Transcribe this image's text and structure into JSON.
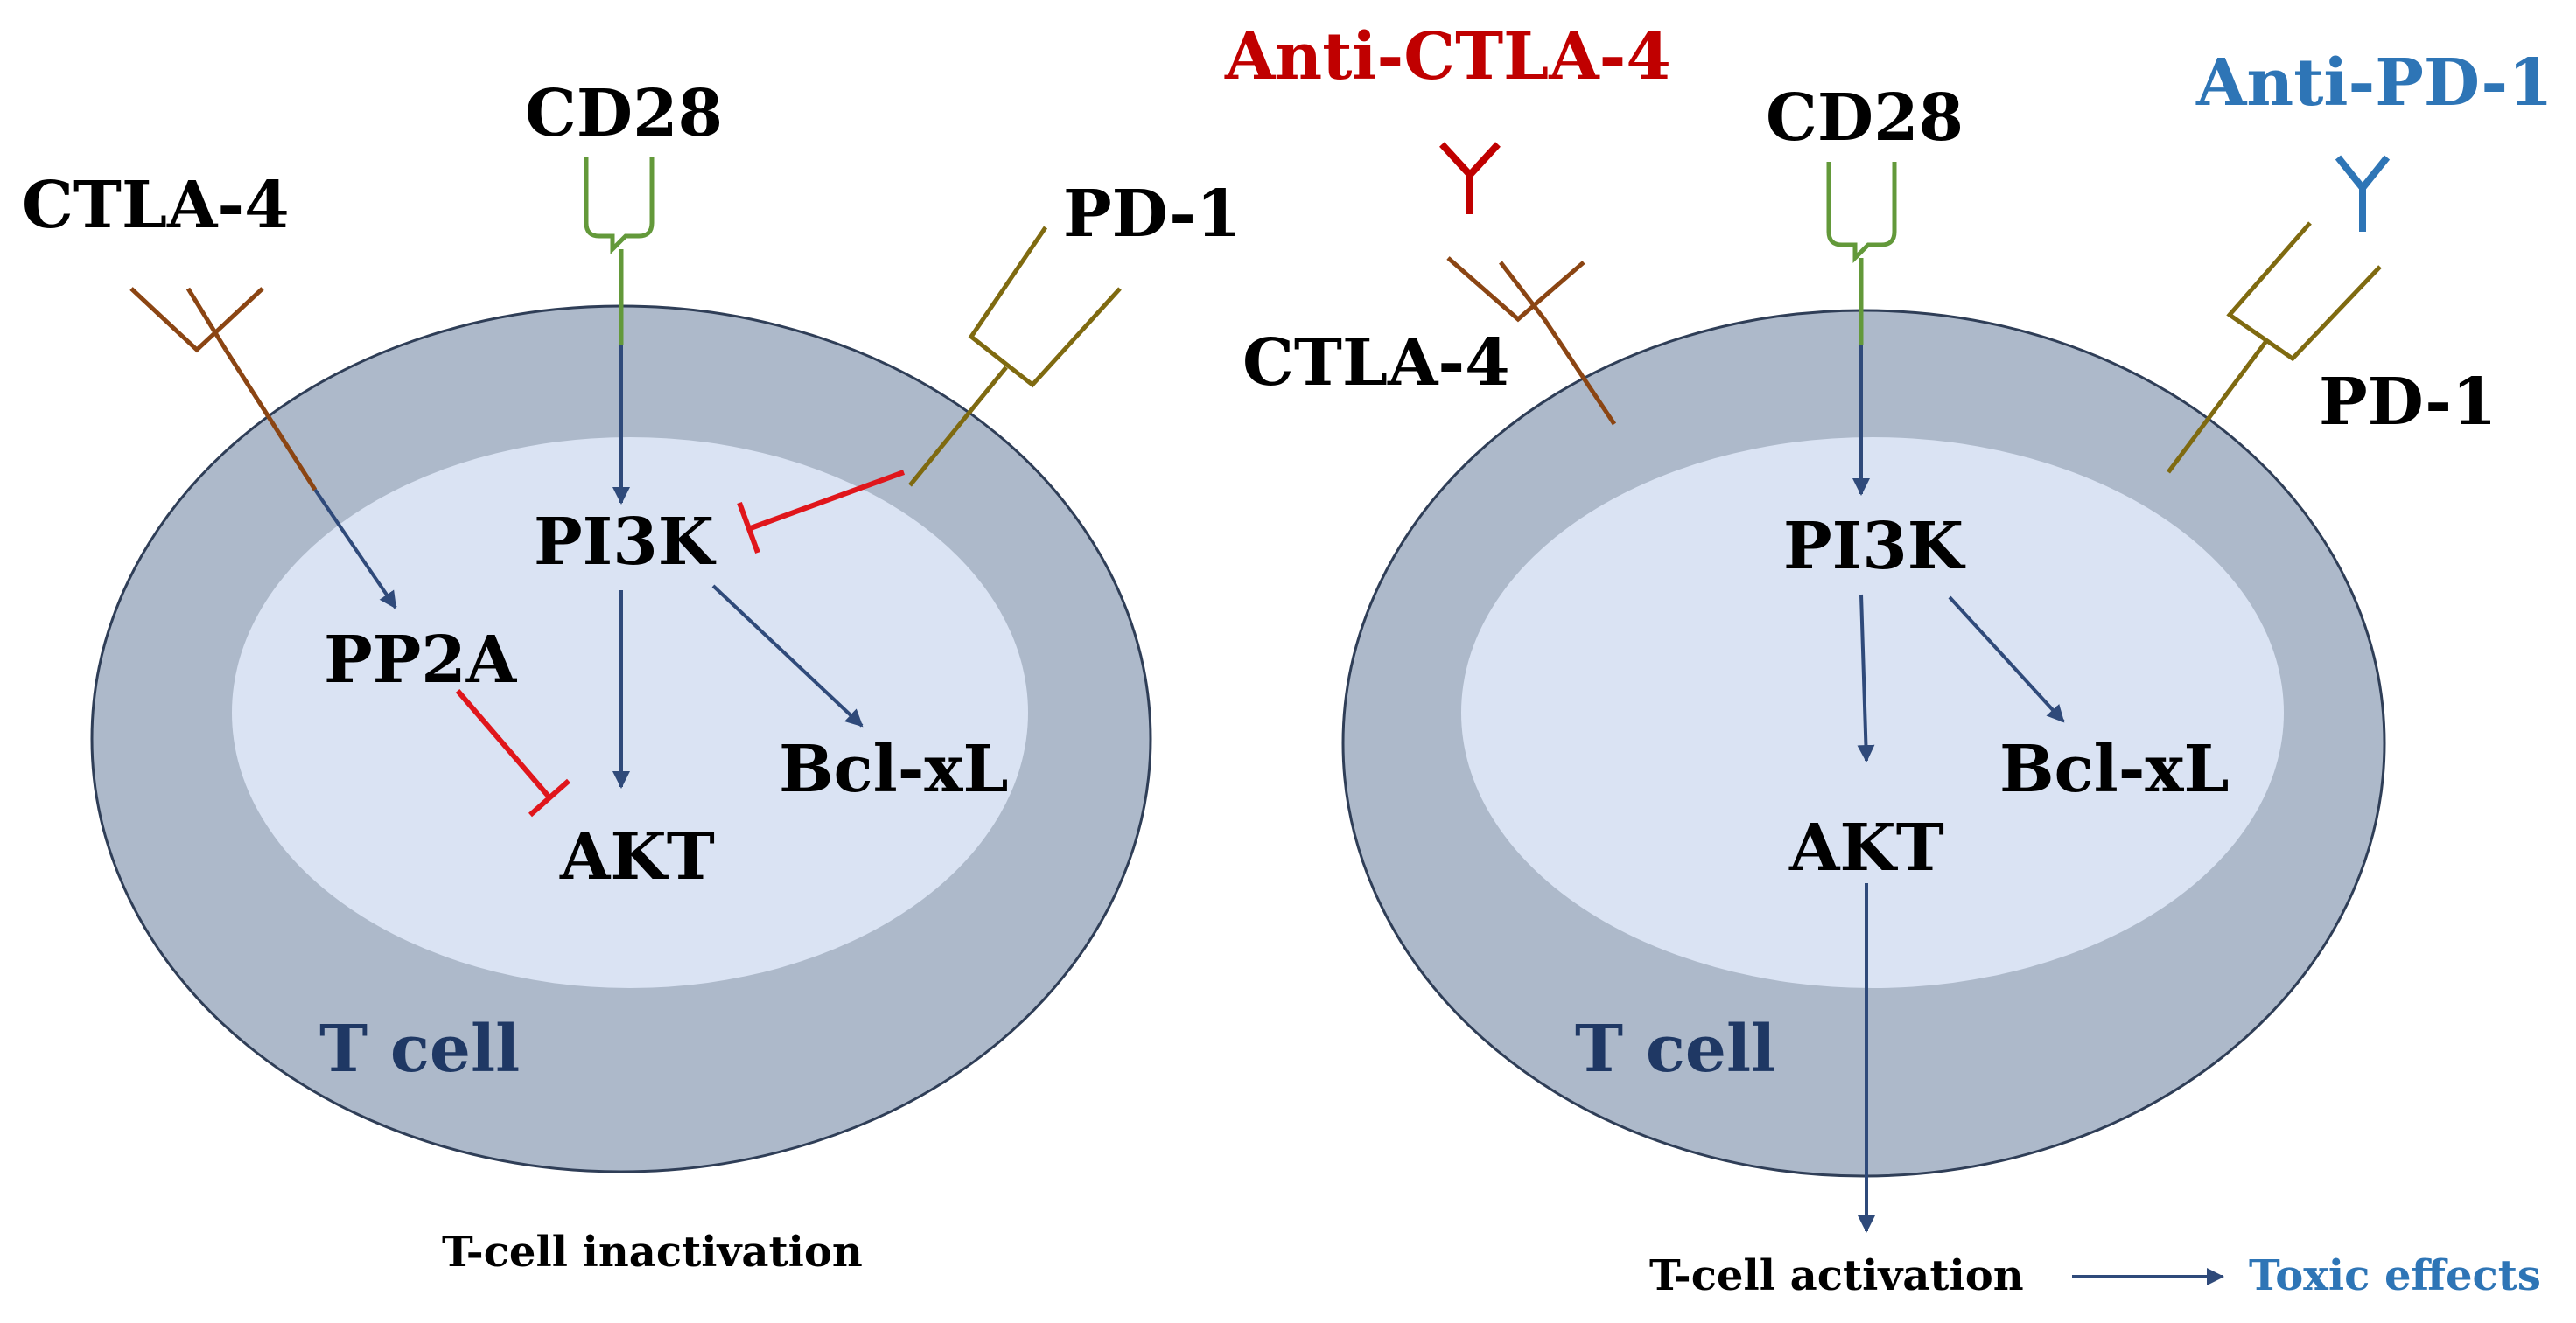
{
  "colors": {
    "outer_cell": "#adb9ca",
    "outer_cell_stroke": "#2f3e57",
    "inner_cell": "#dae3f3",
    "arrow": "#2f4a7a",
    "inhibit": "#e0161b",
    "cd28": "#63993a",
    "ctla4": "#8b4513",
    "pd1": "#7f6a10",
    "anti_ctla4": "#c00000",
    "anti_pd1": "#2e75b6",
    "cell_label": "#1f3864"
  },
  "left_panel": {
    "receptors": {
      "ctla4": "CTLA-4",
      "cd28": "CD28",
      "pd1": "PD-1"
    },
    "nodes": {
      "pi3k": "PI3K",
      "pp2a": "PP2A",
      "akt": "AKT",
      "bclxl": "Bcl-xL"
    },
    "cell_label": "T cell",
    "caption": "T-cell inactivation"
  },
  "right_panel": {
    "antibodies": {
      "anti_ctla4": "Anti-CTLA-4",
      "anti_pd1": "Anti-PD-1"
    },
    "receptors": {
      "ctla4": "CTLA-4",
      "cd28": "CD28",
      "pd1": "PD-1"
    },
    "nodes": {
      "pi3k": "PI3K",
      "akt": "AKT",
      "bclxl": "Bcl-xL"
    },
    "cell_label": "T cell",
    "caption": "T-cell activation",
    "outcome": "Toxic effects"
  }
}
